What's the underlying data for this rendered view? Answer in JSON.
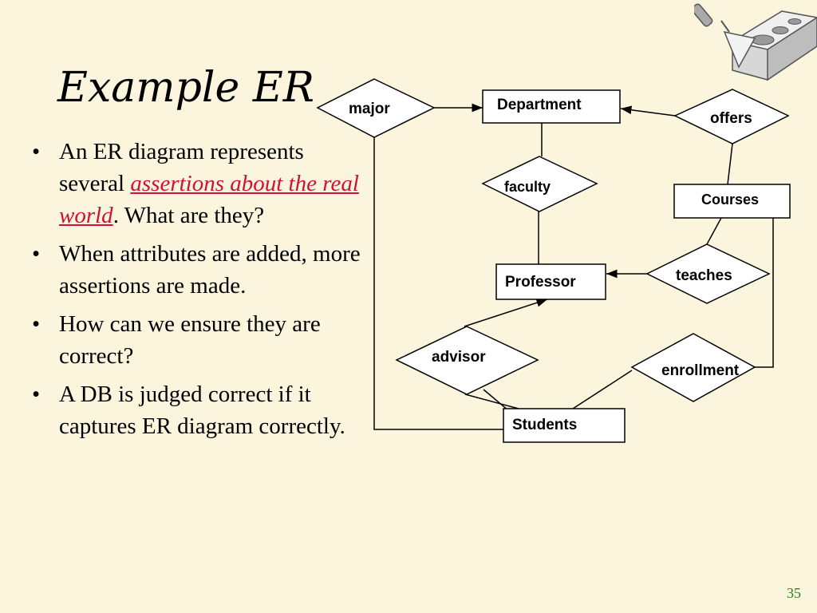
{
  "slide": {
    "title": "Example ER",
    "page_number": "35"
  },
  "bullets": [
    {
      "before": "An ER diagram represents several ",
      "emphasis": "assertions about the real world",
      "after": ".  What are they?"
    },
    {
      "text": "When attributes are added, more assertions are made."
    },
    {
      "text": "How can we ensure they are correct?"
    },
    {
      "text": "A DB is judged correct if it captures ER diagram correctly."
    }
  ],
  "diagram": {
    "entities": {
      "department": "Department",
      "courses": "Courses",
      "professor": "Professor",
      "students": "Students"
    },
    "relationships": {
      "major": "major",
      "offers": "offers",
      "faculty": "faculty",
      "teaches": "teaches",
      "advisor": "advisor",
      "enrollment": "enrollment"
    }
  },
  "colors": {
    "background": "#FBF5DD",
    "emphasis": "#D0103A",
    "page_number": "#2E7D1E"
  }
}
